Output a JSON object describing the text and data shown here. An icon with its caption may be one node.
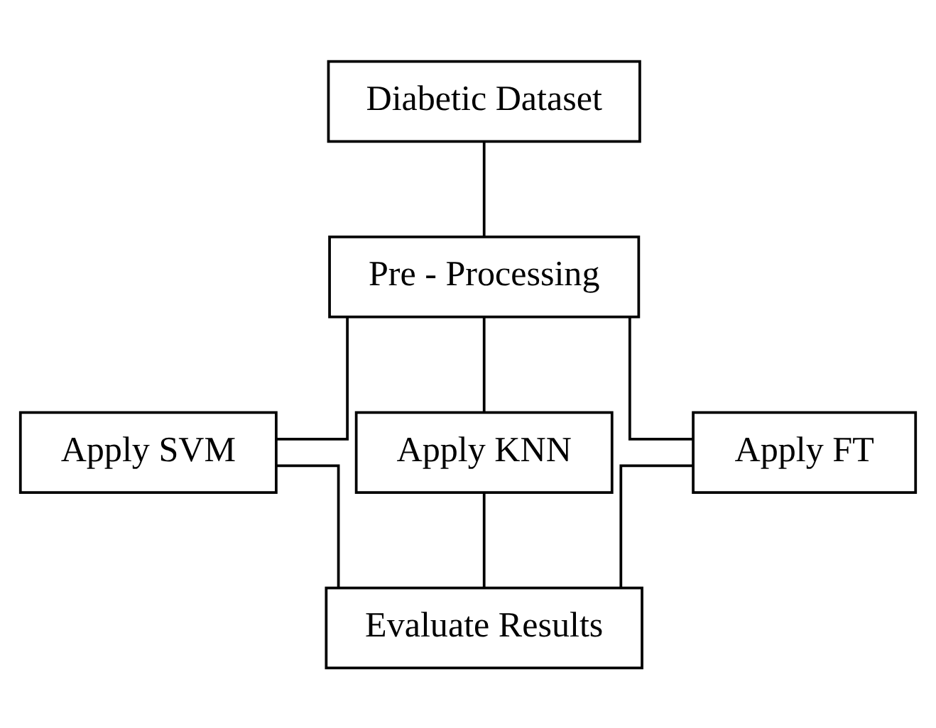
{
  "diagram": {
    "nodes": [
      {
        "text": [
          "Diabetic Dataset"
        ]
      },
      {
        "text": [
          "Pre - Processing"
        ]
      },
      {
        "text": [
          "Apply SVM"
        ]
      },
      {
        "text": [
          "Apply KNN"
        ]
      },
      {
        "text": [
          "Apply FT"
        ]
      },
      {
        "text": [
          "Evaluate Results"
        ]
      }
    ],
    "edges": [
      {
        "from": 0,
        "to": 1,
        "arrow": "none"
      },
      {
        "from": 1,
        "to": 2,
        "arrow": "none"
      },
      {
        "from": 1,
        "to": 3,
        "arrow": "none"
      },
      {
        "from": 1,
        "to": 4,
        "arrow": "none"
      },
      {
        "from": 2,
        "to": 5,
        "arrow": "none"
      },
      {
        "from": 3,
        "to": 5,
        "arrow": "none"
      },
      {
        "from": 4,
        "to": 5,
        "arrow": "none"
      }
    ]
  }
}
